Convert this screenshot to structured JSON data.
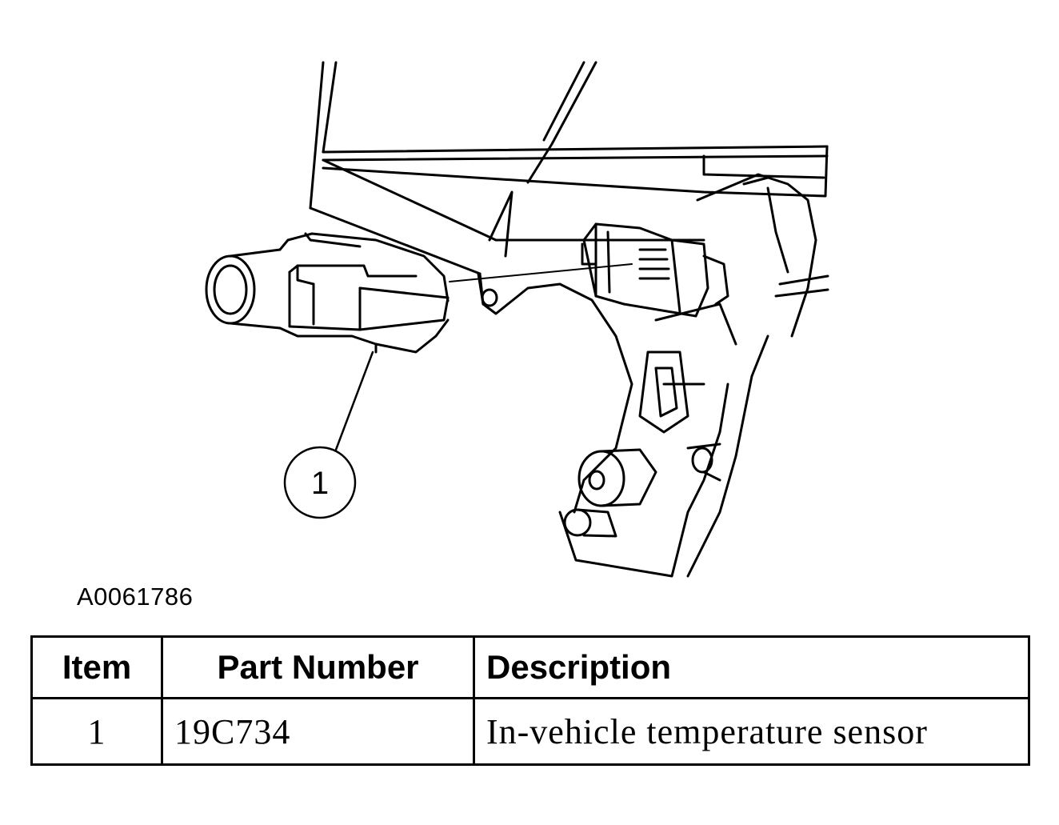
{
  "illustration": {
    "callout_number": "1",
    "figure_code": "A0061786"
  },
  "table": {
    "headers": {
      "item": "Item",
      "part_number": "Part Number",
      "description": "Description"
    },
    "rows": [
      {
        "item": "1",
        "part_number": "19C734",
        "description": "In-vehicle temperature sensor"
      }
    ]
  }
}
